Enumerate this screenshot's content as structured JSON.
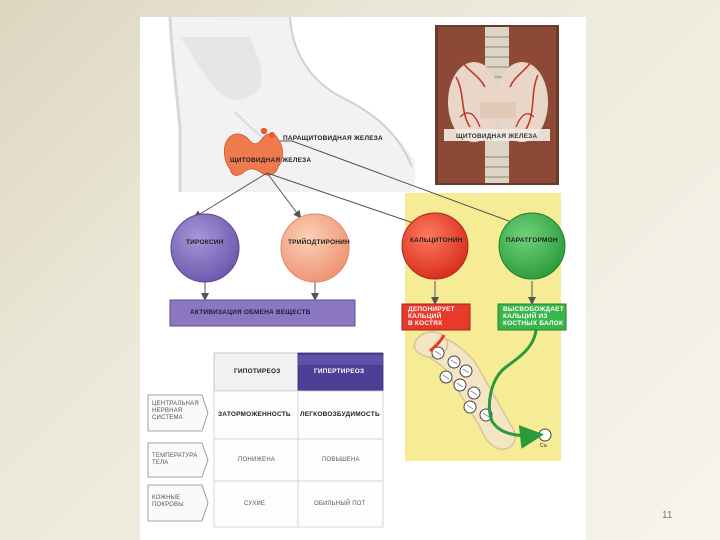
{
  "labels": {
    "parathyroid": "ПАРАЩИТОВИДНАЯ ЖЕЛЕЗА",
    "thyroid": "ЩИТОВИДНАЯ ЖЕЛЕЗА",
    "thyroid_photo": "ЩИТОВИДНАЯ ЖЕЛЕЗА"
  },
  "hormones": {
    "thyroxine": "ТИРОКСИН",
    "triiodothyronine": "ТРИЙОДТИРОНИН",
    "calcitonin": "КАЛЬЦИТОНИН",
    "parathormone": "ПАРАТГОРМОН"
  },
  "effects": {
    "metabolism": "АКТИВИЗАЦИЯ ОБМЕНА ВЕЩЕСТВ",
    "calcitonin_effect": [
      "ДЕПОНИРУЕТ",
      "КАЛЬЦИЙ",
      "В КОСТЯХ"
    ],
    "parathormone_effect": [
      "ВЫСВОБОЖДАЕТ",
      "КАЛЬЦИЙ ИЗ",
      "КОСТНЫХ БАЛОК"
    ],
    "bone_label": "Са"
  },
  "table": {
    "headers": [
      "ГИПОТИРЕОЗ",
      "ГИПЕРТИРЕОЗ"
    ],
    "rows": [
      {
        "label": [
          "ЦЕНТРАЛЬНАЯ",
          "НЕРВНАЯ",
          "СИСТЕМА"
        ],
        "values": [
          "ЗАТОРМОЖЕННОСТЬ",
          "ЛЕГКОВОЗБУДИМОСТЬ"
        ]
      },
      {
        "label": [
          "ТЕМПЕРАТУРА",
          "ТЕЛА"
        ],
        "values": [
          "ПОНИЖЕНА",
          "ПОВЫШЕНА"
        ]
      },
      {
        "label": [
          "КОЖНЫЕ",
          "ПОКРОВЫ"
        ],
        "values": [
          "СУХИЕ",
          "ОБИЛЬНЫЙ ПОТ"
        ]
      }
    ]
  },
  "colors": {
    "thyroid_gland": "#f07a4c",
    "thyroxine_circle": "#7b67b8",
    "triiodo_circle": "#f3a98a",
    "calcitonin_circle": "#e83a2a",
    "parathormone_circle": "#39b54a",
    "metabolism_bar": "#8b76c2",
    "yellow_panel": "#f7ec96",
    "hyper_header": "#4b3f96"
  },
  "page_number": "11"
}
